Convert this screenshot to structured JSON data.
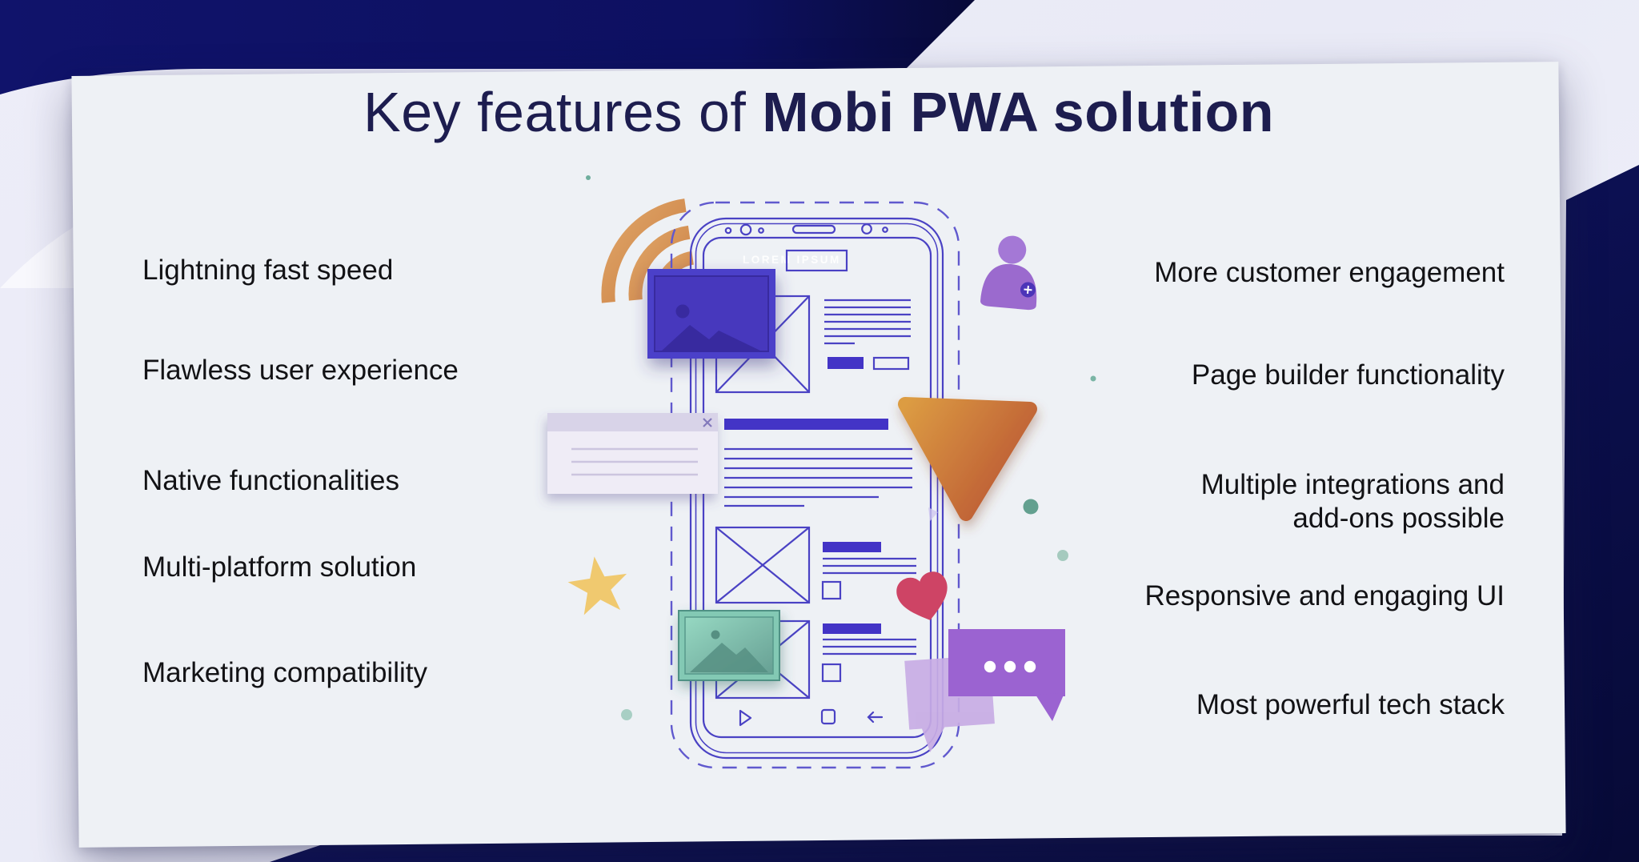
{
  "title": {
    "regular": "Key features of ",
    "bold": "Mobi PWA solution"
  },
  "features": {
    "left": [
      {
        "label": "Lightning fast speed"
      },
      {
        "label": "Flawless user experience"
      },
      {
        "label": "Native functionalities"
      },
      {
        "label": "Multi-platform solution"
      },
      {
        "label": "Marketing compatibility"
      }
    ],
    "right": [
      {
        "lines": [
          "More customer engagement"
        ]
      },
      {
        "lines": [
          "Page builder functionality"
        ]
      },
      {
        "lines": [
          "Multiple integrations and",
          "add-ons possible"
        ]
      },
      {
        "lines": [
          "Responsive and engaging UI"
        ]
      },
      {
        "lines": [
          "Most powerful tech stack"
        ]
      }
    ]
  },
  "illustration": {
    "phone_logo_text": "LOREM IPSUM",
    "icons": [
      "wifi-icon",
      "user-add-icon",
      "chat-bubble-icon",
      "heart-icon",
      "star-icon",
      "triangle-shape",
      "image-placeholder-purple",
      "image-placeholder-teal",
      "toast-notification",
      "close-icon",
      "phone-wireframe",
      "back-arrow-icon",
      "home-square-icon",
      "play-icon"
    ]
  },
  "colors": {
    "navy": "#0d1166",
    "card_bg": "#eef1f5",
    "page_bg": "#ebecf7",
    "title_text": "#1d1d4f",
    "body_text": "#121215",
    "wireframe_indigo": "#4a42c4",
    "accent_purple_fill": "#4334c6",
    "orange": "#cc7c41",
    "teal": "#7ec7b2",
    "violet": "#9b63d1",
    "heart_pink": "#ce4465",
    "star_gold": "#f0c96f"
  }
}
